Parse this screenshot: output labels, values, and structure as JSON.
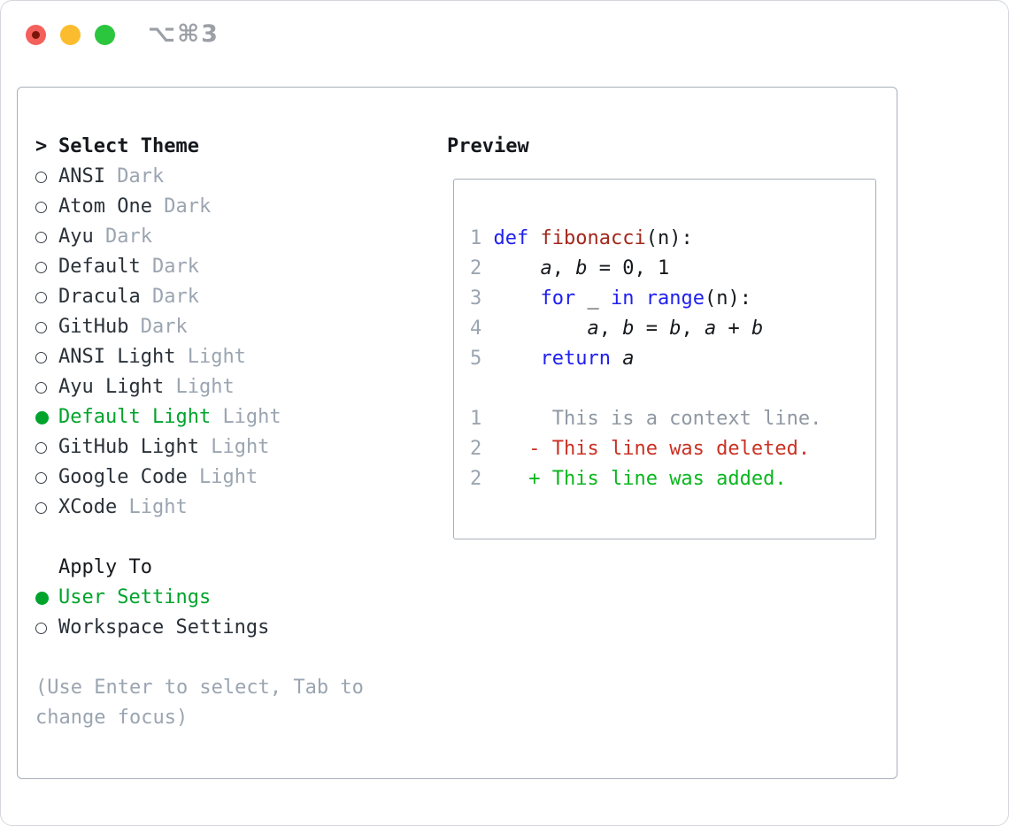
{
  "titlebar": {
    "title": "⌥⌘3"
  },
  "sidebar": {
    "prompt": ">",
    "header": "Select Theme",
    "themes": [
      {
        "name": "ANSI",
        "variant": "Dark",
        "selected": false
      },
      {
        "name": "Atom One",
        "variant": "Dark",
        "selected": false
      },
      {
        "name": "Ayu",
        "variant": "Dark",
        "selected": false
      },
      {
        "name": "Default",
        "variant": "Dark",
        "selected": false
      },
      {
        "name": "Dracula",
        "variant": "Dark",
        "selected": false
      },
      {
        "name": "GitHub",
        "variant": "Dark",
        "selected": false
      },
      {
        "name": "ANSI Light",
        "variant": "Light",
        "selected": false
      },
      {
        "name": "Ayu Light",
        "variant": "Light",
        "selected": false
      },
      {
        "name": "Default Light",
        "variant": "Light",
        "selected": true
      },
      {
        "name": "GitHub Light",
        "variant": "Light",
        "selected": false
      },
      {
        "name": "Google Code",
        "variant": "Light",
        "selected": false
      },
      {
        "name": "XCode",
        "variant": "Light",
        "selected": false
      }
    ],
    "apply_to": {
      "header": "Apply To",
      "options": [
        {
          "name": "User Settings",
          "selected": true
        },
        {
          "name": "Workspace Settings",
          "selected": false
        }
      ]
    },
    "hint": "(Use Enter to select, Tab to change focus)"
  },
  "preview": {
    "header": "Preview",
    "lines": [
      {
        "tokens": [
          [
            "1 ",
            "num"
          ],
          [
            "def",
            "kw"
          ],
          [
            " ",
            "pl"
          ],
          [
            "fibonacci",
            "fn"
          ],
          [
            "(n):",
            "pl"
          ]
        ]
      },
      {
        "tokens": [
          [
            "2 ",
            "num"
          ],
          [
            "    ",
            "pl"
          ],
          [
            "a",
            "var"
          ],
          [
            ", ",
            "pl"
          ],
          [
            "b",
            "var"
          ],
          [
            " = 0, 1",
            "pl"
          ]
        ]
      },
      {
        "tokens": [
          [
            "3 ",
            "num"
          ],
          [
            "    ",
            "pl"
          ],
          [
            "for",
            "kw"
          ],
          [
            " _ ",
            "pl"
          ],
          [
            "in",
            "kw"
          ],
          [
            " ",
            "pl"
          ],
          [
            "range",
            "kw"
          ],
          [
            "(n):",
            "pl"
          ]
        ]
      },
      {
        "tokens": [
          [
            "4 ",
            "num"
          ],
          [
            "        ",
            "pl"
          ],
          [
            "a",
            "var"
          ],
          [
            ", ",
            "pl"
          ],
          [
            "b",
            "var"
          ],
          [
            " = ",
            "pl"
          ],
          [
            "b",
            "var"
          ],
          [
            ", ",
            "pl"
          ],
          [
            "a",
            "var"
          ],
          [
            " + ",
            "pl"
          ],
          [
            "b",
            "var"
          ]
        ]
      },
      {
        "tokens": [
          [
            "5 ",
            "num"
          ],
          [
            "    ",
            "pl"
          ],
          [
            "return",
            "kw"
          ],
          [
            " ",
            "pl"
          ],
          [
            "a",
            "var"
          ]
        ]
      },
      {
        "tokens": []
      },
      {
        "tokens": [
          [
            "1 ",
            "num"
          ],
          [
            "     ",
            "pl"
          ],
          [
            "This is a context line.",
            "ctx"
          ]
        ]
      },
      {
        "tokens": [
          [
            "2 ",
            "num"
          ],
          [
            "   ",
            "pl"
          ],
          [
            "- This line was deleted.",
            "del"
          ]
        ]
      },
      {
        "tokens": [
          [
            "2 ",
            "num"
          ],
          [
            "   ",
            "pl"
          ],
          [
            "+ This line was added.",
            "add"
          ]
        ]
      }
    ]
  },
  "colors": {
    "accent_green": "#00a42c",
    "added_green": "#0ab61e",
    "deleted_red": "#ca3124",
    "keyword_blue": "#2020ee",
    "function_red": "#a3271c",
    "muted_gray": "#9ba5b1",
    "border_gray": "#a7afb9"
  }
}
